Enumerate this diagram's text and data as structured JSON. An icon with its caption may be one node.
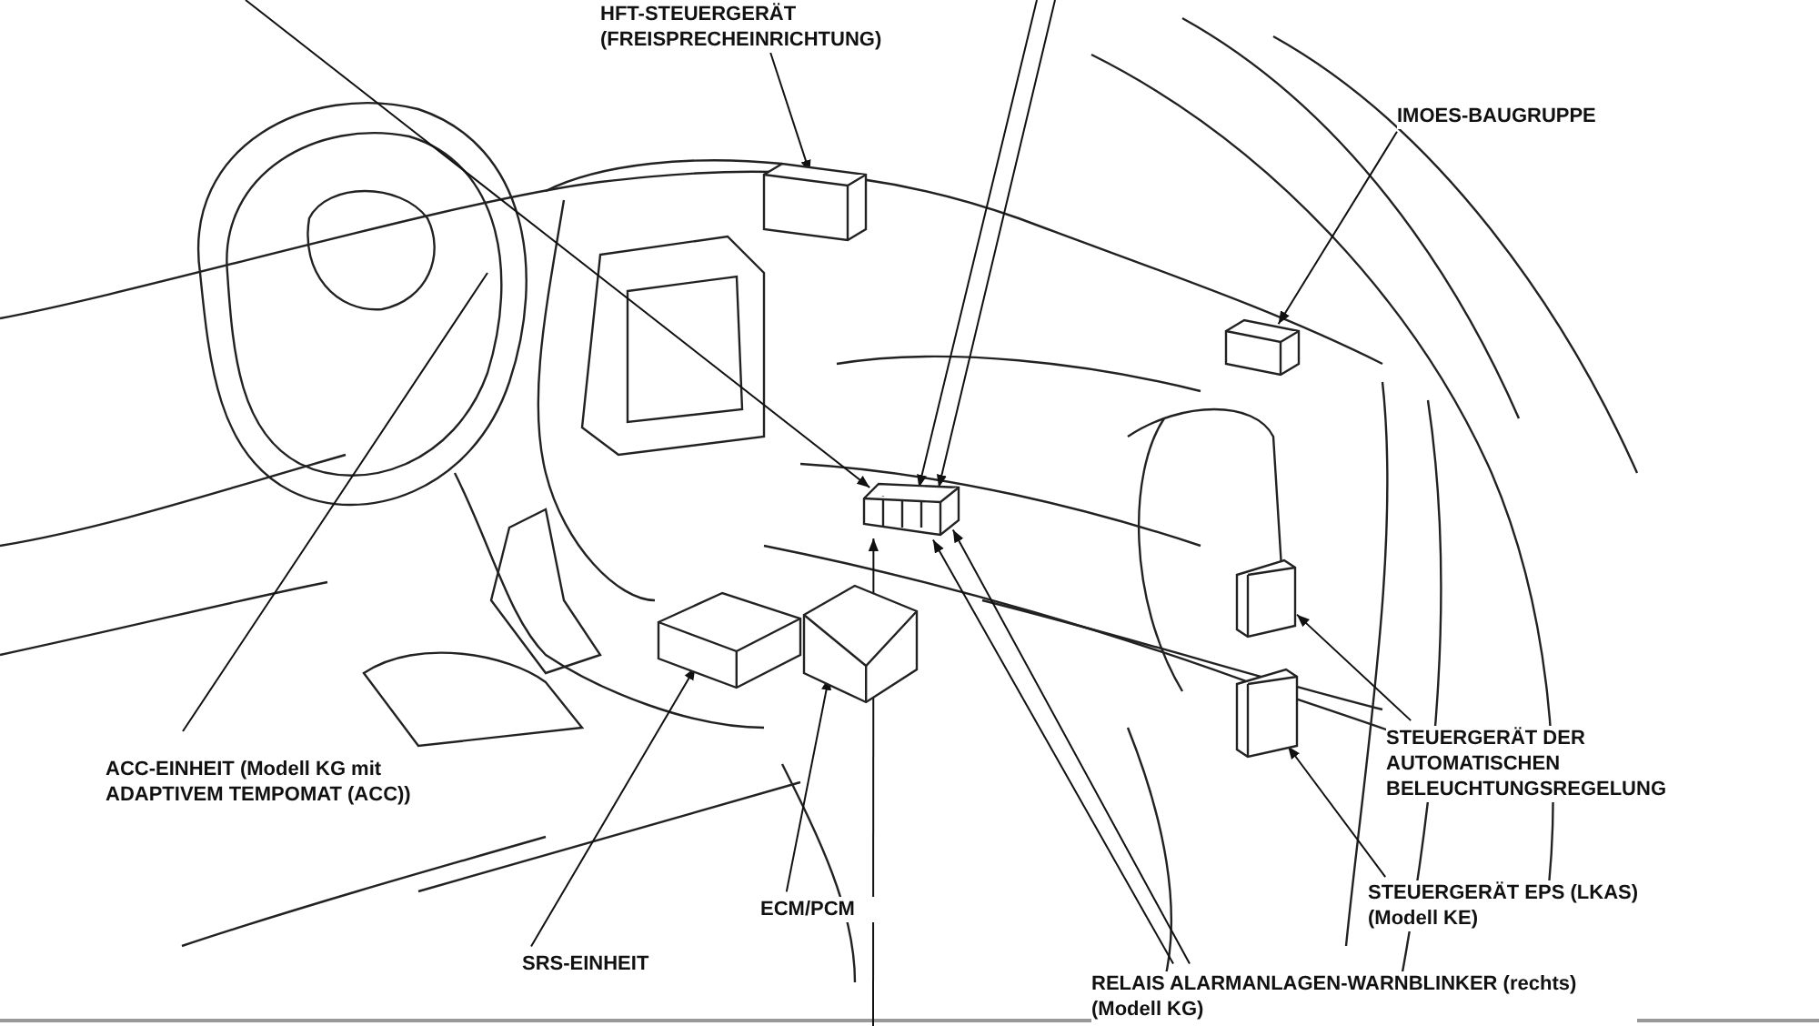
{
  "diagram": {
    "nodes": [
      {
        "text": [
          "HFT-STEUERGERÄT (FREISPRECHEINRICHTUNG)"
        ]
      },
      {
        "text": [],
        "shape": "box"
      },
      {
        "text": [
          "IMOES-BAUGRUPPE"
        ]
      },
      {
        "text": [],
        "shape": "box"
      },
      {
        "text": [
          "ACC-EINHEIT (Modell KG mit ADAPTIVEM TEMPOMAT (ACC))"
        ]
      },
      {
        "text": [
          "SRS-EINHEIT"
        ]
      },
      {
        "text": [],
        "shape": "box"
      },
      {
        "text": [
          "ECM/PCM"
        ]
      },
      {
        "text": [],
        "shape": "box"
      },
      {
        "text": [
          "RELAIS ALARMANLAGEN-WARNBLINKER (rechts) (Modell KG)"
        ]
      },
      {
        "text": [],
        "shape": "box"
      },
      {
        "text": [
          "STEUERGERÄT DER AUTOMATISCHEN BELEUCHTUNGSREGELUNG"
        ]
      },
      {
        "text": [],
        "shape": "box"
      },
      {
        "text": [
          "STEUERGERÄT EPS (LKAS) (Modell KE)"
        ]
      },
      {
        "text": [],
        "shape": "box"
      }
    ],
    "edges": [
      {
        "from": 0,
        "to": 1,
        "arrow": "to"
      },
      {
        "from": 2,
        "to": 3,
        "arrow": "to"
      },
      {
        "from": 4,
        "to": null,
        "arrow": "none"
      },
      {
        "from": 5,
        "to": 6,
        "arrow": "to"
      },
      {
        "from": 7,
        "to": 8,
        "arrow": "to"
      },
      {
        "from": 9,
        "to": 10,
        "arrow": "to"
      },
      {
        "from": 9,
        "to": 10,
        "arrow": "to"
      },
      {
        "from": 11,
        "to": 12,
        "arrow": "to"
      },
      {
        "from": 13,
        "to": 14,
        "arrow": "to"
      },
      {
        "from": null,
        "to": 10,
        "arrow": "to"
      },
      {
        "from": null,
        "to": 10,
        "arrow": "to"
      },
      {
        "from": null,
        "to": 10,
        "arrow": "to"
      },
      {
        "from": null,
        "to": 10,
        "arrow": "to"
      }
    ]
  }
}
